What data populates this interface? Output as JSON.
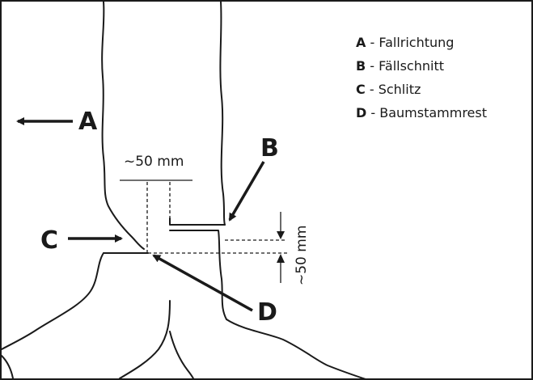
{
  "legend": [
    {
      "key": "A",
      "sep": " - ",
      "text": "Fallrichtung"
    },
    {
      "key": "B",
      "sep": " - ",
      "text": "Fällschnitt"
    },
    {
      "key": "C",
      "sep": " - ",
      "text": "Schlitz"
    },
    {
      "key": "D",
      "sep": " - ",
      "text": "Baumstammrest"
    }
  ],
  "callouts": {
    "a": "A",
    "b": "B",
    "c": "C",
    "d": "D"
  },
  "dimensions": {
    "horizontal": "~50 mm",
    "vertical": "~50 mm"
  },
  "colors": {
    "ink": "#1a1a1a",
    "background": "#ffffff"
  }
}
